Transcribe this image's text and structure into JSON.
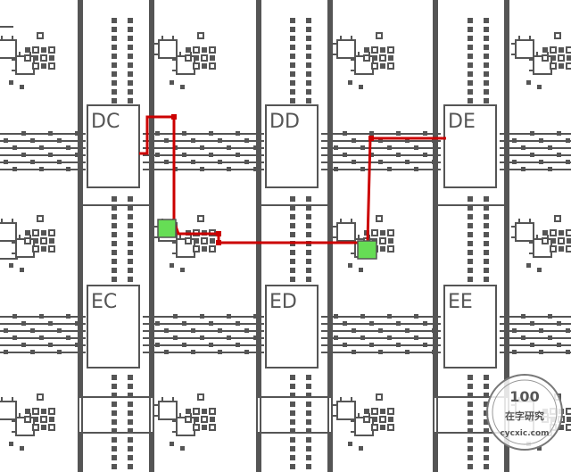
{
  "diagram": {
    "blocks": [
      {
        "label": "DC"
      },
      {
        "label": "DD"
      },
      {
        "label": "DE"
      },
      {
        "label": "EC"
      },
      {
        "label": "ED"
      },
      {
        "label": "EE"
      }
    ],
    "route_color": "#cc0000",
    "endpoint_color": "#66dd55",
    "wire_color": "#555555",
    "pad_color": "#555555"
  },
  "watermark": {
    "top": "100",
    "middle": "在字研究",
    "bottom": "cycxic.com"
  }
}
